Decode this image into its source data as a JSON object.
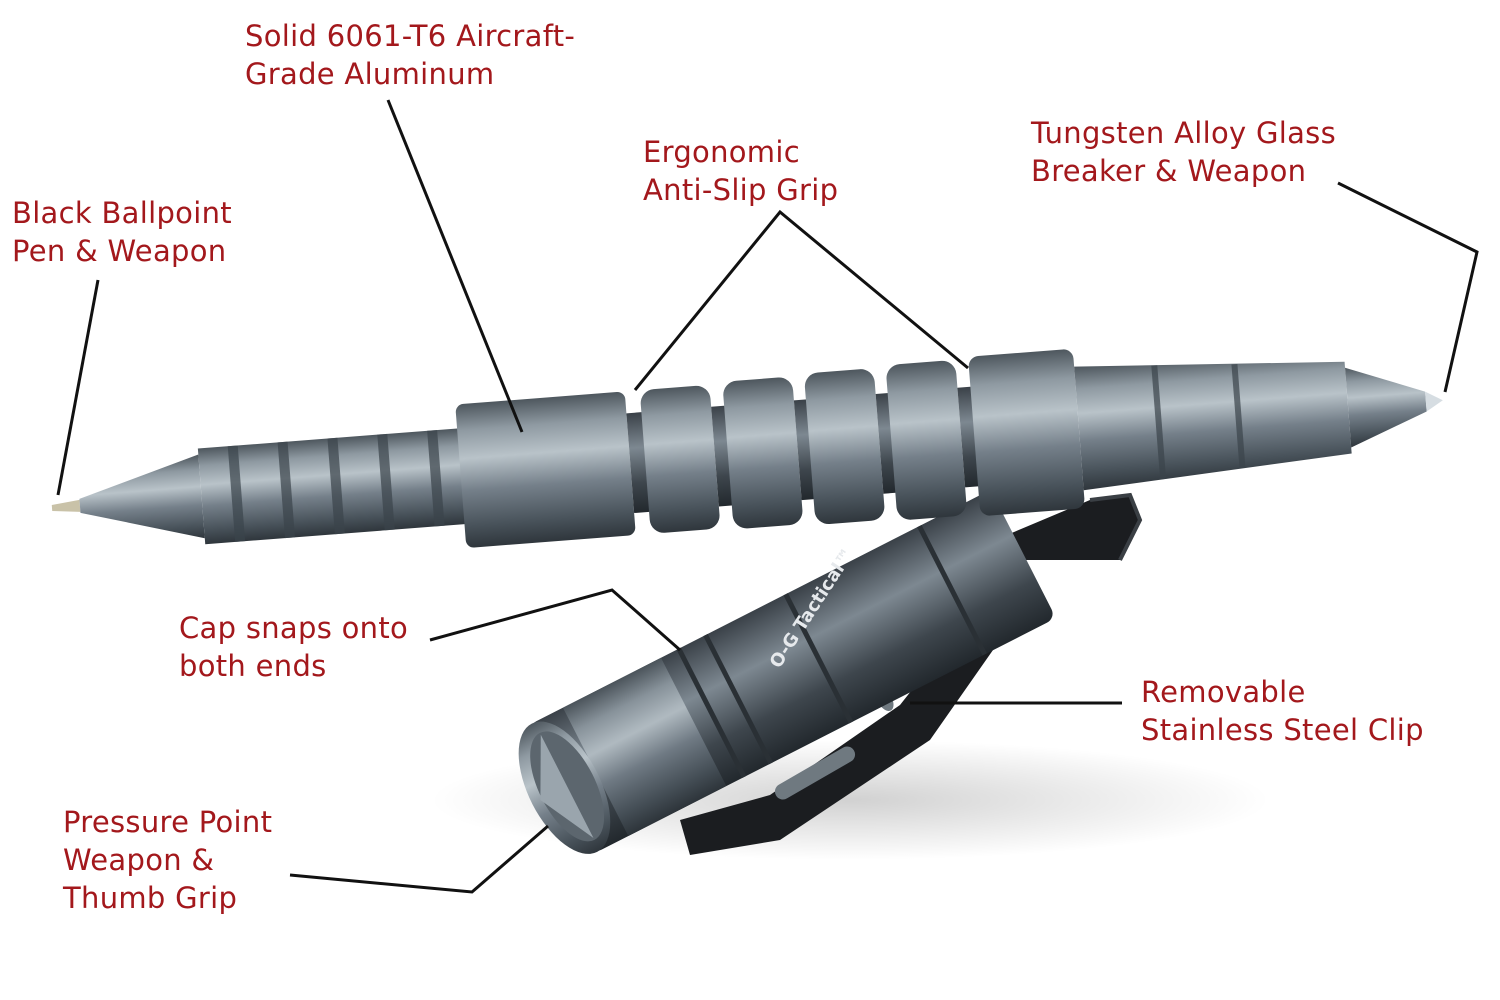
{
  "colors": {
    "label_text": "#a3181c",
    "leader_line": "#111111",
    "metal": "#6f7a82",
    "clip": "#1a1a1a"
  },
  "brand_logo": "O-G Tactical™",
  "callouts": [
    {
      "id": "ballpoint",
      "lines": [
        "Black Ballpoint",
        "Pen & Weapon"
      ]
    },
    {
      "id": "aluminum",
      "lines": [
        "Solid 6061-T6 Aircraft-",
        "Grade Aluminum"
      ]
    },
    {
      "id": "grip",
      "lines": [
        "Ergonomic",
        "Anti-Slip Grip"
      ]
    },
    {
      "id": "glass-breaker",
      "lines": [
        "Tungsten Alloy Glass",
        "Breaker & Weapon"
      ]
    },
    {
      "id": "cap",
      "lines": [
        "Cap snaps onto",
        "both ends"
      ]
    },
    {
      "id": "clip",
      "lines": [
        "Removable",
        "Stainless Steel Clip"
      ]
    },
    {
      "id": "pressure-point",
      "lines": [
        "Pressure Point",
        "Weapon &",
        "Thumb Grip"
      ]
    }
  ]
}
